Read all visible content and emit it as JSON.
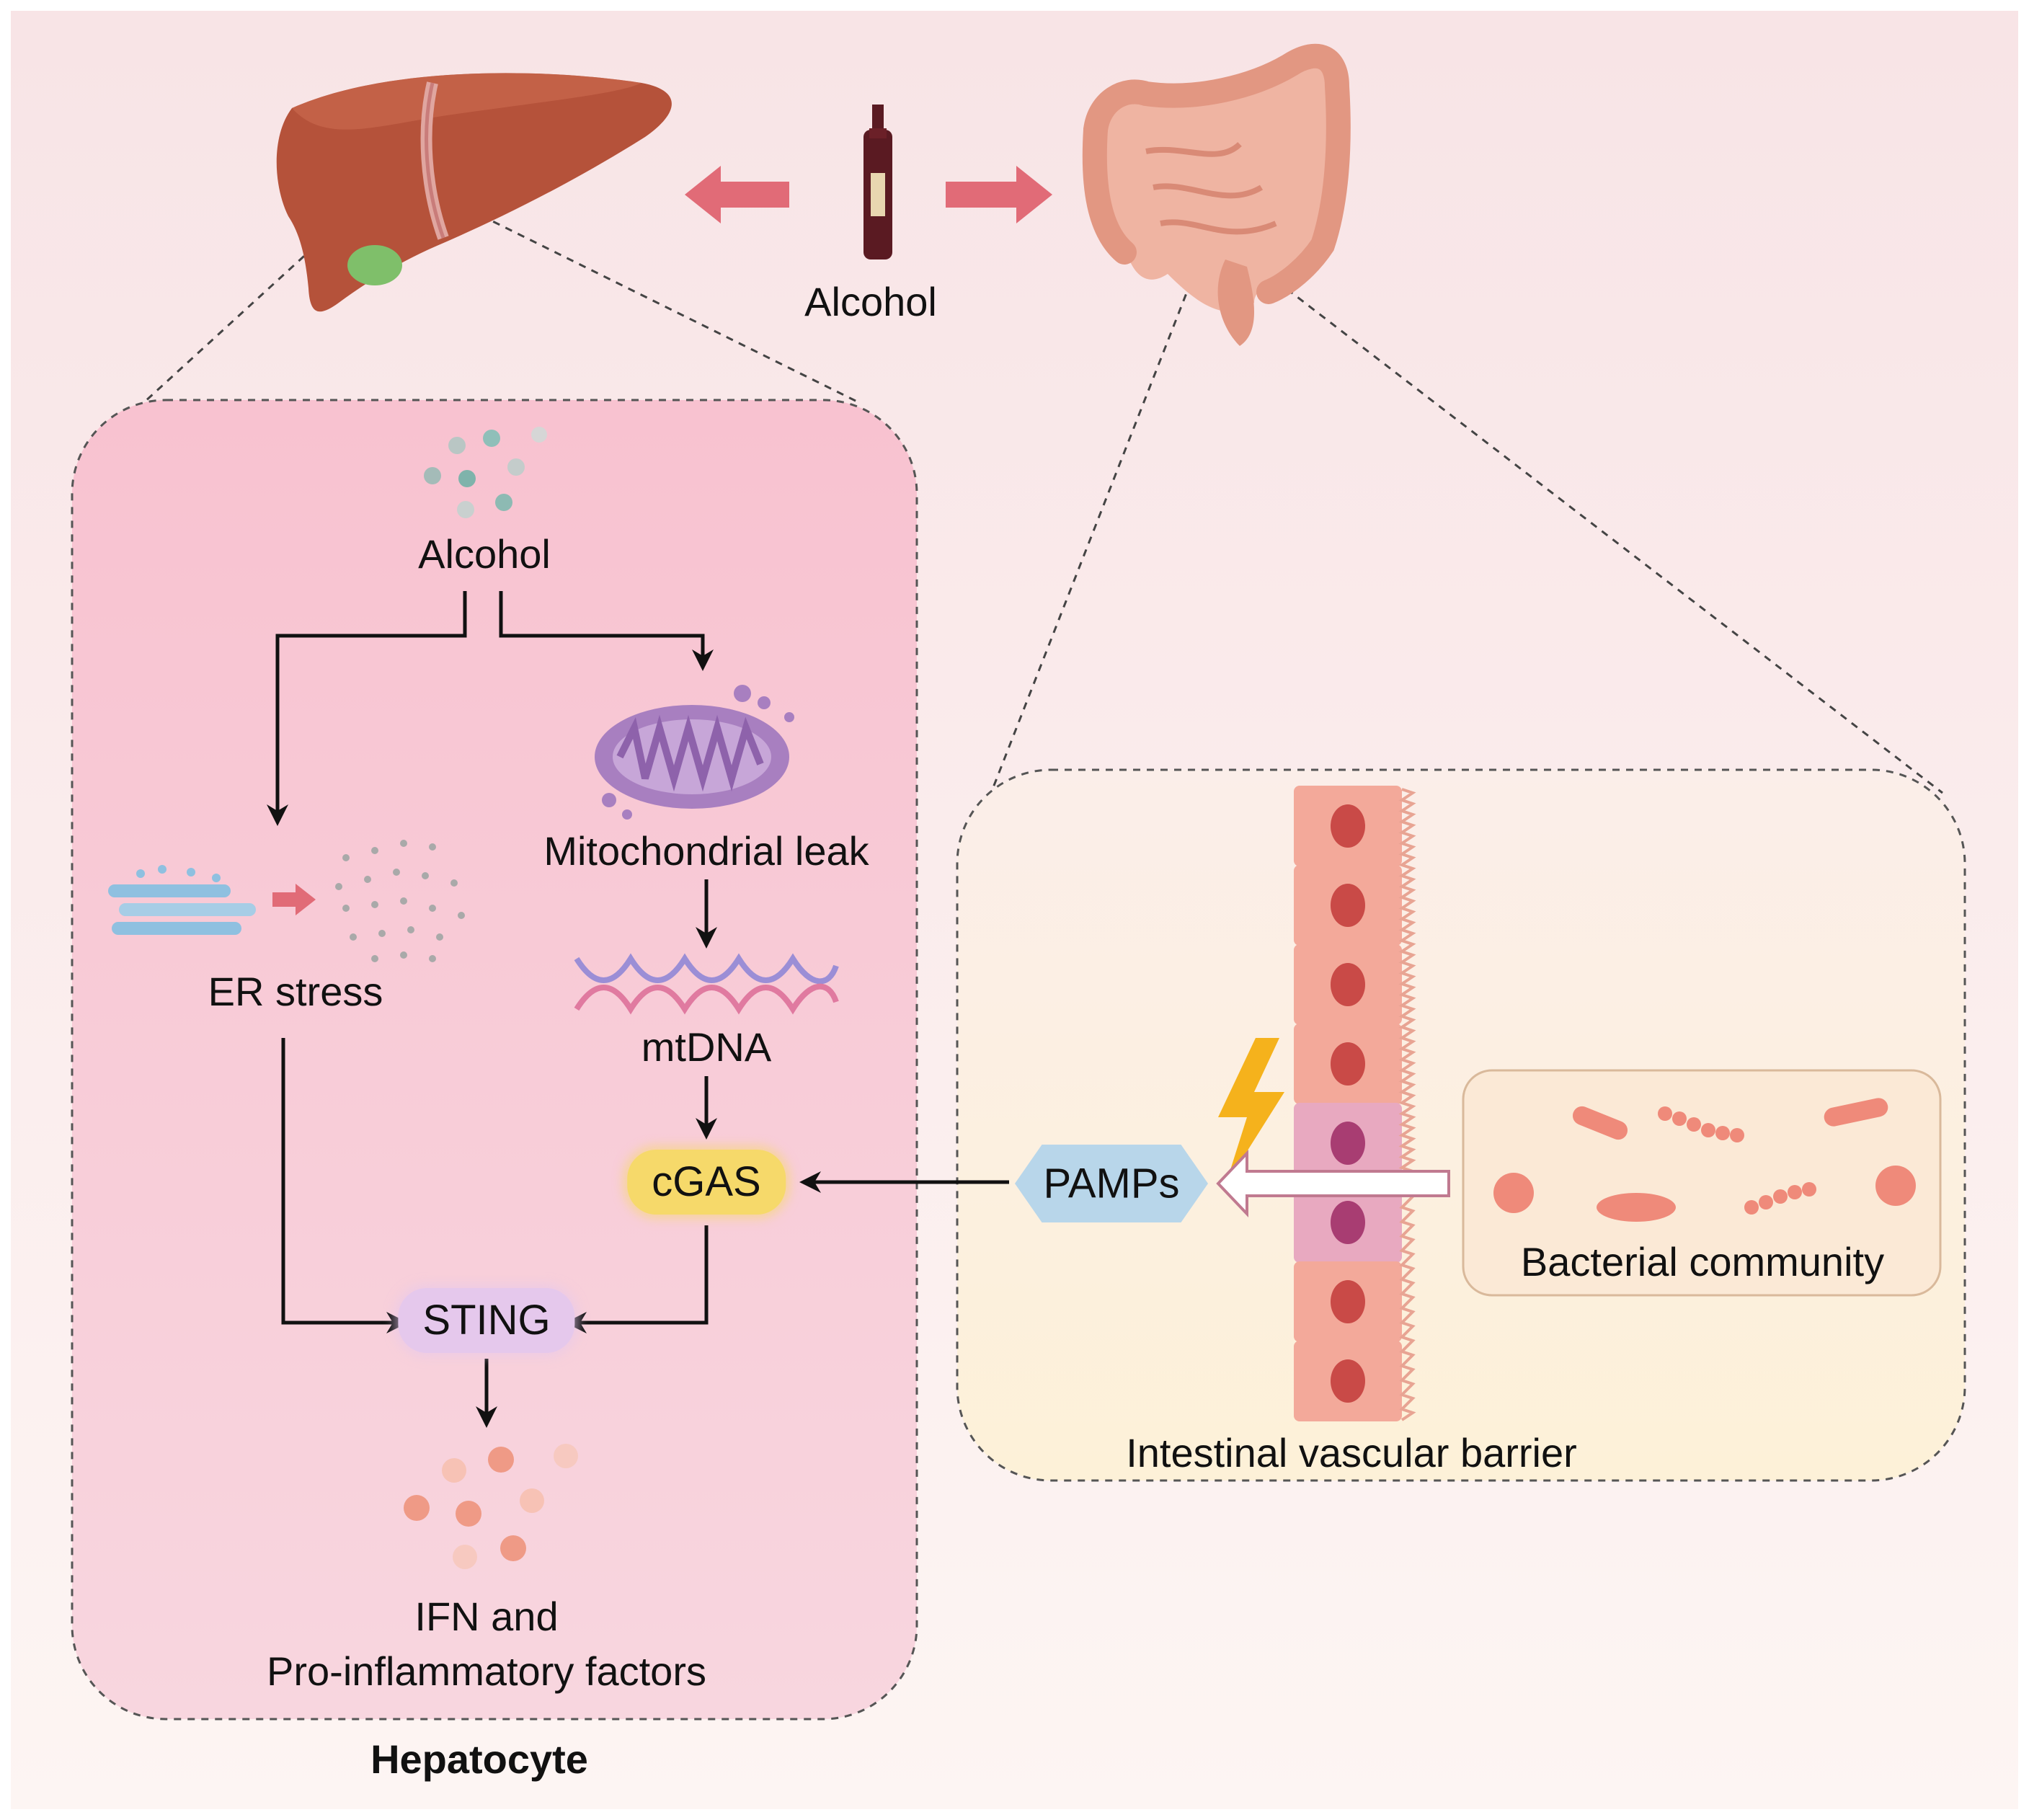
{
  "labels": {
    "alcohol_top": "Alcohol",
    "alcohol_cell": "Alcohol",
    "mito_leak": "Mitochondrial leak",
    "er_stress": "ER stress",
    "mtdna": "mtDNA",
    "cgas": "cGAS",
    "sting": "STING",
    "ifn_line1": "IFN and",
    "ifn_line2": "Pro-inflammatory factors",
    "hepatocyte": "Hepatocyte",
    "pamps": "PAMPs",
    "bacterial": "Bacterial community",
    "barrier": "Intestinal vascular barrier"
  },
  "colors": {
    "hepatocyte_panel": "#f7c6d3",
    "intestine_panel": "#fdf4e2",
    "bacteria_box": "#fbe9d6",
    "liver": "#b5523a",
    "gallbladder": "#7fbf6a",
    "intestine": "#e9a38d",
    "red_arrow": "#e16b77",
    "cgas_pill": "#f6d96a",
    "sting_pill": "#e5c8ec",
    "pamps_hex": "#b8d6ea",
    "mitochondrion": "#a87fc0",
    "er": "#8fc0e0",
    "dna_strand_a": "#9b8ed6",
    "dna_strand_b": "#e07aa0",
    "cell_normal": "#f3a99a",
    "cell_pink": "#e8a9c0",
    "nucleus": "#c94a47",
    "lightning": "#f5b21c",
    "bacteria": "#ef8a7a"
  },
  "icons": [
    "liver-icon",
    "wine-bottle-icon",
    "intestine-icon",
    "mitochondrion-icon",
    "er-icon",
    "dna-helix-icon",
    "lightning-icon",
    "bacteria-icon",
    "epithelial-cell-icon"
  ]
}
